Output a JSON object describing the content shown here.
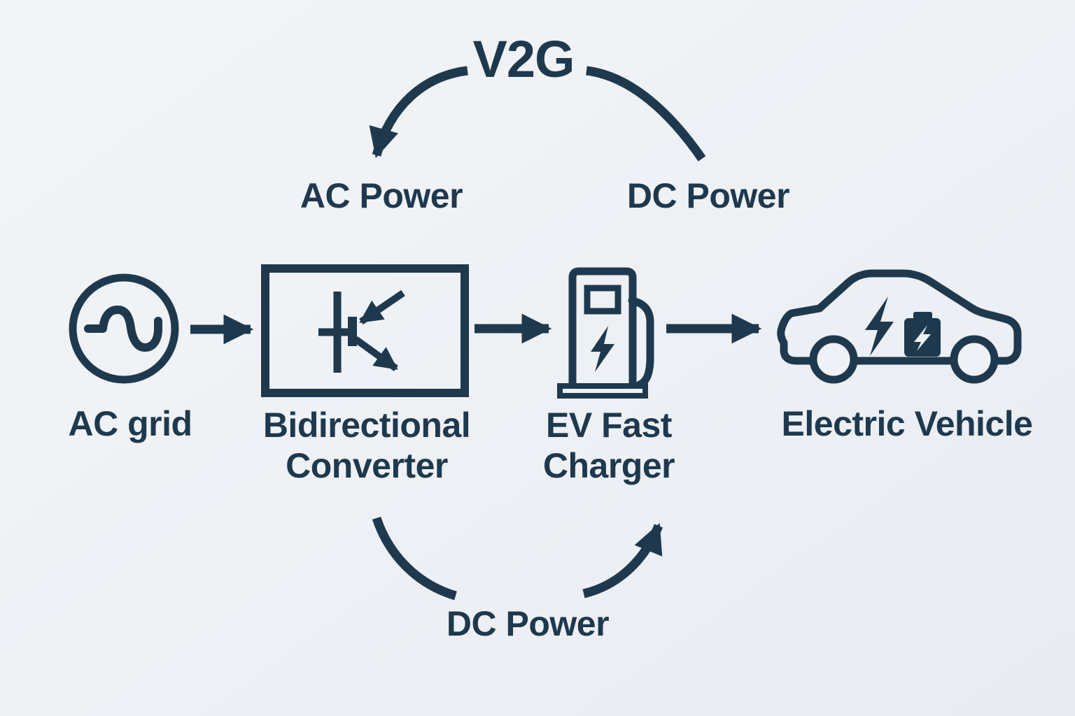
{
  "title": {
    "v2g": "V2G"
  },
  "colors": {
    "ink": "#1e394e",
    "background": "#eef1f5"
  },
  "flow_labels": {
    "top_left": "AC Power",
    "top_right": "DC Power",
    "bottom": "DC Power"
  },
  "nodes": [
    {
      "id": "ac-grid",
      "label": "AC grid",
      "icon": "ac-source-icon"
    },
    {
      "id": "bidirectional-converter",
      "label": "Bidirectional Converter",
      "label_line1": "Bidirectional",
      "label_line2": "Converter",
      "icon": "transistor-icon"
    },
    {
      "id": "ev-fast-charger",
      "label": "EV Fast Charger",
      "label_line1": "EV Fast",
      "label_line2": "Charger",
      "icon": "ev-charger-icon"
    },
    {
      "id": "electric-vehicle",
      "label": "Electric Vehicle",
      "icon": "electric-car-icon"
    }
  ],
  "arrows": [
    {
      "id": "v2g-return-arc",
      "from": "DC Power",
      "to": "AC Power"
    },
    {
      "id": "grid-to-converter",
      "from": "AC grid",
      "to": "Bidirectional Converter"
    },
    {
      "id": "converter-to-charger",
      "from": "Bidirectional Converter",
      "to": "EV Fast Charger"
    },
    {
      "id": "charger-to-vehicle",
      "from": "EV Fast Charger",
      "to": "Electric Vehicle"
    },
    {
      "id": "dc-power-arc",
      "from": "Bidirectional Converter",
      "to": "EV Fast Charger"
    }
  ]
}
